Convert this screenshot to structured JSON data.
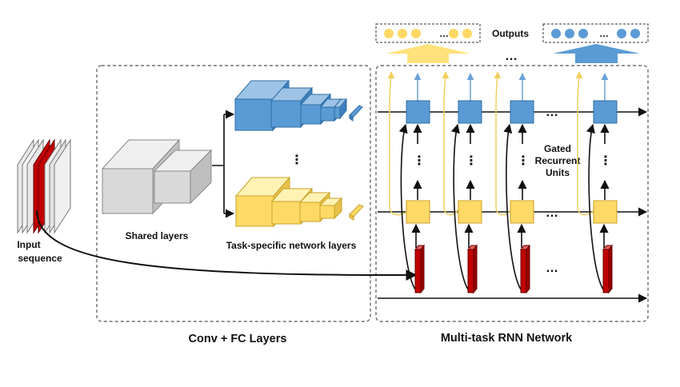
{
  "labels": {
    "input_line1": "Input",
    "input_line2": "sequence",
    "shared": "Shared layers",
    "task_specific": "Task-specific network layers",
    "gru_line1": "Gated",
    "gru_line2": "Recurrent",
    "gru_line3": "Units",
    "outputs": "Outputs",
    "conv_fc": "Conv + FC Layers",
    "rnn": "Multi-task RNN Network"
  },
  "ellipsis": "…",
  "vertical_ellipsis": "⋮",
  "colors": {
    "blue": "#5b9bd5",
    "blue_dark": "#2e6da4",
    "yellow": "#ffd966",
    "yellow_dark": "#c9a227",
    "red": "#c00000",
    "gray": "#d9d9d9",
    "arrow": "#111111",
    "yellow_arrow": "#f5dc7a",
    "blue_arrow": "#6aa3d8"
  },
  "icons": [
    "input-frames-icon",
    "cube-block-icon",
    "output-dot-icon"
  ]
}
